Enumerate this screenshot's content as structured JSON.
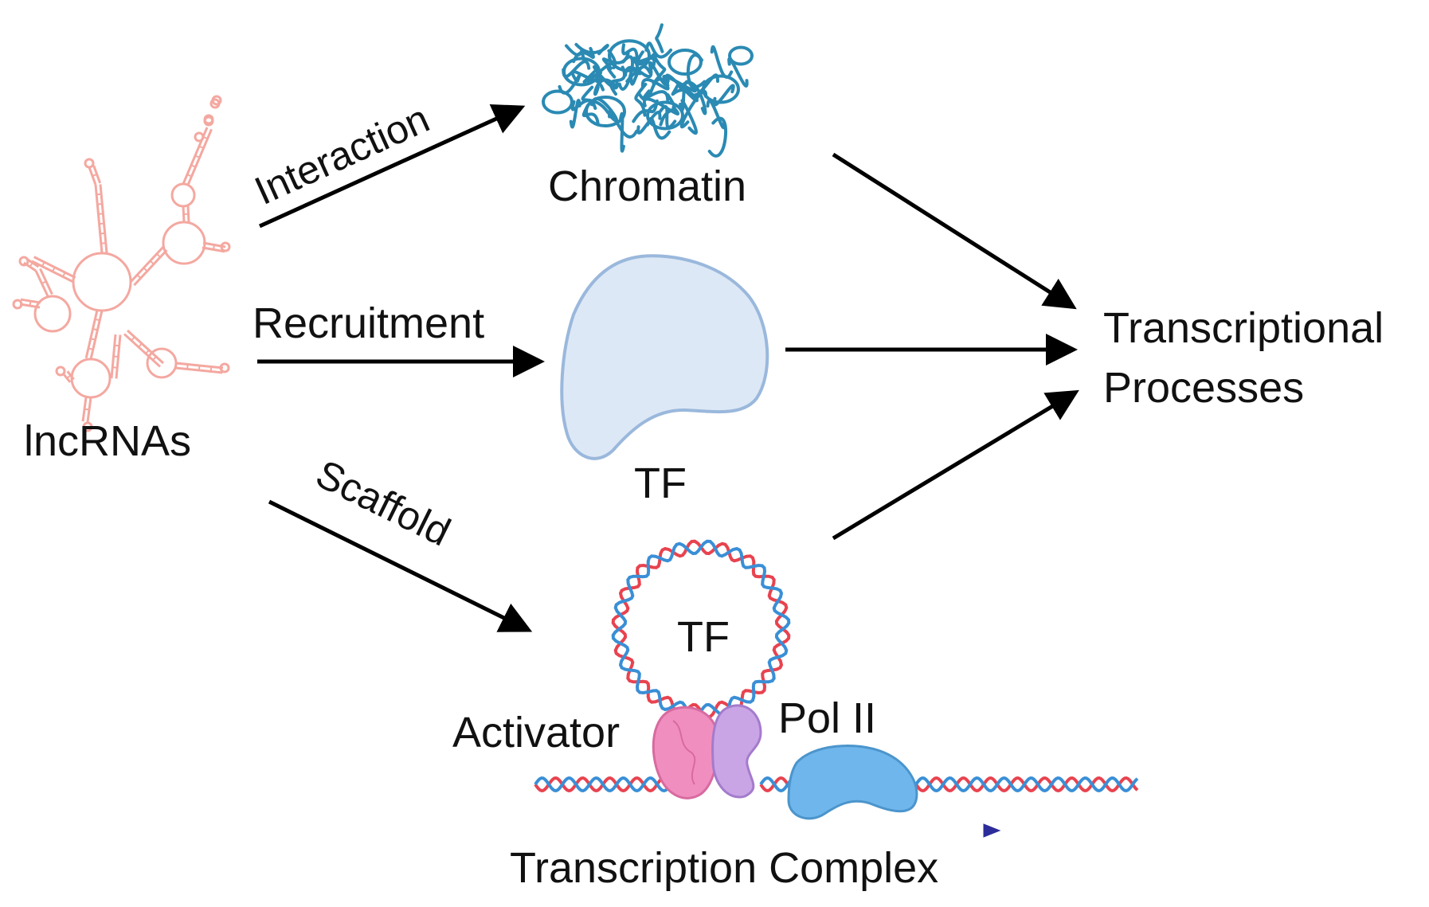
{
  "labels": {
    "lncrnas": "lncRNAs",
    "interaction": "Interaction",
    "recruitment": "Recruitment",
    "scaffold": "Scaffold",
    "chromatin": "Chromatin",
    "tf": "TF",
    "tf_loop": "TF",
    "activator": "Activator",
    "pol_ii": "Pol II",
    "transcription_complex": "Transcription Complex",
    "transcriptional_line1": "Transcriptional",
    "transcriptional_line2": "Processes"
  },
  "colors": {
    "lncrna": "#f4a8a0",
    "chromatin": "#2a8ab3",
    "tf_fill": "#dde8f6",
    "tf_stroke": "#9ab8dc",
    "dna_red": "#e8434f",
    "dna_blue": "#3a8fd6",
    "activator": "#f08fbf",
    "pol_ii_cofactor": "#c9a5e6",
    "pol_ii": "#6fb6ec",
    "arrow": "#000000",
    "transcription_arrow": "#2c2c9a"
  }
}
